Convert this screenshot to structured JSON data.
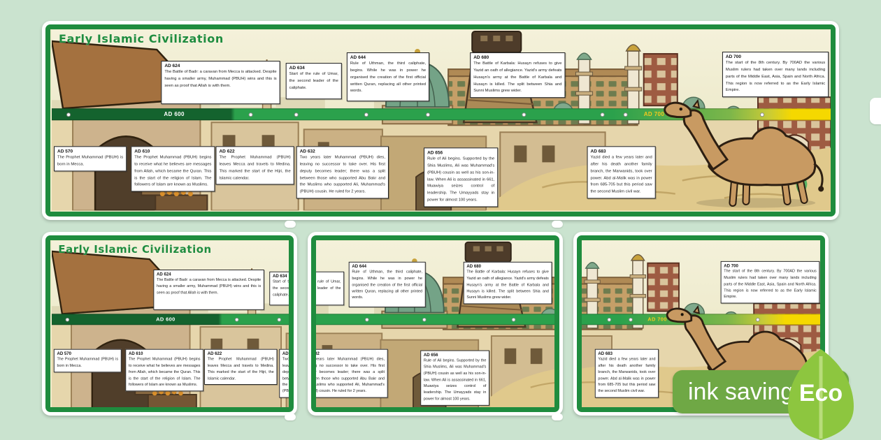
{
  "page": {
    "background_color": "#cae3cf"
  },
  "poster": {
    "title": "Early Islamic Civilization",
    "title_color": "#1f8c3e",
    "frame_color": "#1f8c3e",
    "timeline": {
      "start_label": "AD 600",
      "end_label": "AD 700",
      "bar_dark_green": "#14632e",
      "bar_green": "#2ba14c",
      "bar_yellow": "#f5d800"
    },
    "events_top": [
      {
        "date": "AD 624",
        "text": "The Battle of Badr: a caravan from Mecca is attacked. Despite having a smaller army, Muhammad (PBUH) wins and this is seen as proof that Allah is with them."
      },
      {
        "date": "AD 634",
        "text": "Start of the rule of Umar, the second leader of the caliphate."
      },
      {
        "date": "AD 644",
        "text": "Rule of Uthman, the third caliphate, begins. While he was in power he organised the creation of the first official written Quran, replacing all other printed words."
      },
      {
        "date": "AD 680",
        "text": "The Battle of Karbala: Husayn refuses to give Yazid an oath of allegiance. Yazid's army defeats Husayn's army at the Battle of Karbala and Husayn is killed. The split between Shia and Sunni Muslims grew wider."
      },
      {
        "date": "AD 700",
        "text": "The start of the 8th century. By 700AD the various Muslim rulers had taken over many lands including parts of the Middle East, Asia, Spain and North Africa. This region is now referred to as the Early Islamic Empire."
      }
    ],
    "events_bottom": [
      {
        "date": "AD 570",
        "text": "The Prophet Muhammad (PBUH) is born in Mecca."
      },
      {
        "date": "AD 610",
        "text": "The Prophet Muhammad (PBUH) begins to receive what he believes are messages from Allah, which became the Quran. This is the start of the religion of Islam. The followers of Islam are known as Muslims."
      },
      {
        "date": "AD 622",
        "text": "The Prophet Muhammad (PBUH) leaves Mecca and travels to Medina. This marked the start of the Hijri, the Islamic calendar."
      },
      {
        "date": "AD 632",
        "text": "Two years later Muhammad (PBUH) dies, leaving no successor to take over. His first deputy becomes leader; there was a split between those who supported Abu Bakr and the Muslims who supported Ali, Muhammad's (PBUH) cousin. He ruled for 2 years."
      },
      {
        "date": "AD 656",
        "text": "Rule of Ali begins. Supported by the Shia Muslims, Ali was Muhammad's (PBUH) cousin as well as his son-in-law. When Ali is assassinated in 661, Muawiya seizes control of leadership. The Umayyads stay in power for almost 100 years."
      },
      {
        "date": "AD 683",
        "text": "Yazid died a few years later and after his death another family branch, the Marwanids, took over power. Abd al-Malik was in power from 685-705 but this period saw the second Muslim civil war."
      }
    ]
  },
  "badge": {
    "ink_label": "ink saving",
    "eco_label": "Eco",
    "badge_color": "#6fa845",
    "leaf_color": "#8dc63f"
  }
}
